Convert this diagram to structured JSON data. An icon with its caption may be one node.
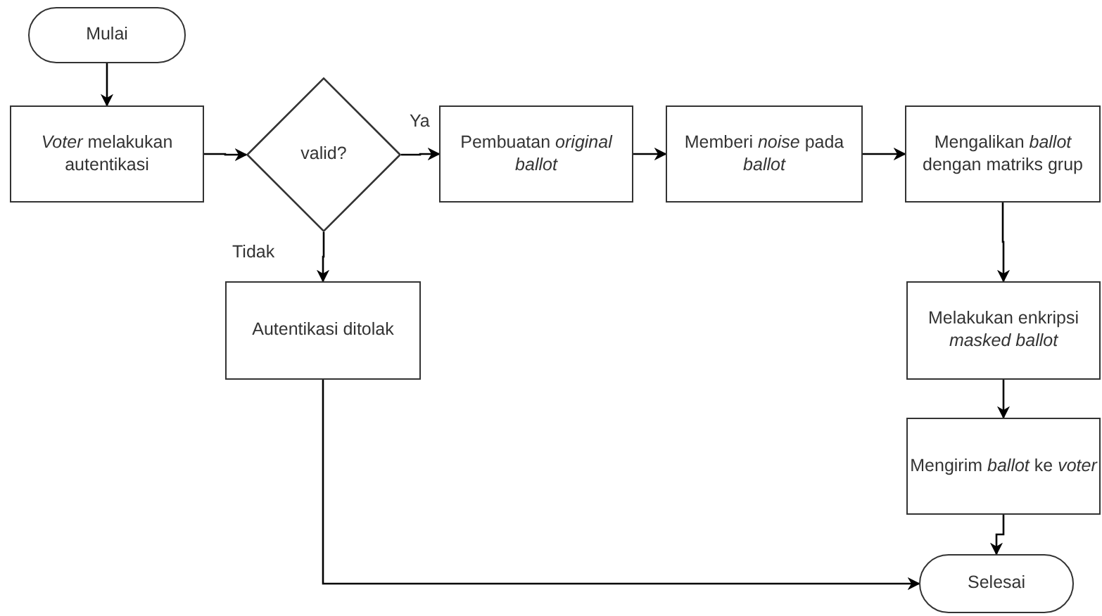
{
  "diagram": {
    "nodes": [
      {
        "text": [
          "Mulai"
        ]
      },
      {
        "text": [
          "*Voter* melakukan autentikasi"
        ]
      },
      {
        "text": [
          "valid?"
        ]
      },
      {
        "text": [
          "Pembuatan *original ballot*"
        ]
      },
      {
        "text": [
          "Memberi *noise* pada *ballot*"
        ]
      },
      {
        "text": [
          "Mengalikan *ballot* dengan matriks grup"
        ]
      },
      {
        "text": [
          "Melakukan enkripsi *masked ballot*"
        ]
      },
      {
        "text": [
          "Mengirim *ballot* ke *voter*"
        ]
      },
      {
        "text": [
          "Selesai"
        ]
      },
      {
        "text": [
          "Autentikasi ditolak"
        ]
      }
    ],
    "edges": [
      {
        "from": 0,
        "to": 1,
        "arrow": "to"
      },
      {
        "from": 1,
        "to": 2,
        "arrow": "to"
      },
      {
        "from": 2,
        "to": 3,
        "arrow": "to",
        "label": "Ya"
      },
      {
        "from": 3,
        "to": 4,
        "arrow": "to"
      },
      {
        "from": 4,
        "to": 5,
        "arrow": "to"
      },
      {
        "from": 5,
        "to": 6,
        "arrow": "to"
      },
      {
        "from": 6,
        "to": 7,
        "arrow": "to"
      },
      {
        "from": 7,
        "to": 8,
        "arrow": "to"
      },
      {
        "from": 2,
        "to": 9,
        "arrow": "to",
        "label": "Tidak"
      },
      {
        "from": 9,
        "to": 8,
        "arrow": "to"
      }
    ]
  }
}
